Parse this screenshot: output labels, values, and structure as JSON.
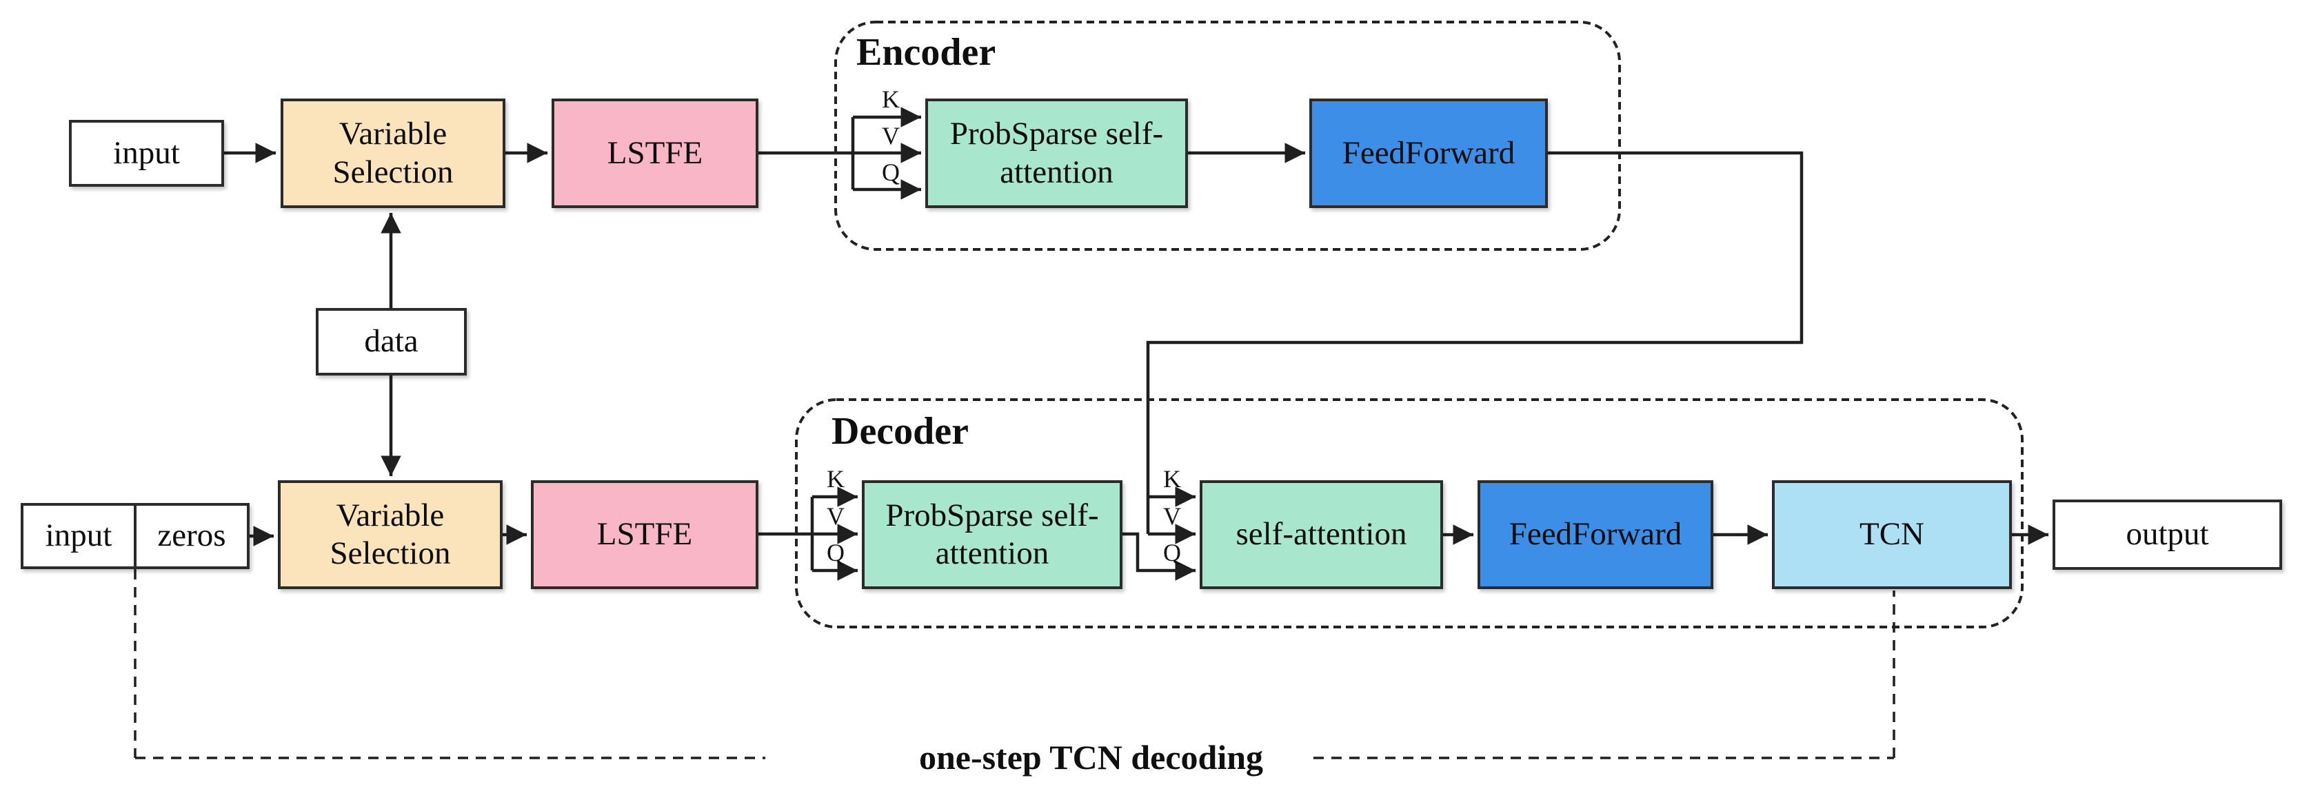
{
  "palette": {
    "variable_selection": "#FBE4BC",
    "lstfe": "#F8B6C6",
    "attention": "#A8E6CD",
    "feedforward": "#3D8EE6",
    "tcn": "#AEE0F5",
    "io": "#FFFFFF",
    "line": "#1F1F1F"
  },
  "labels": {
    "k": "K",
    "v": "V",
    "q": "Q"
  },
  "shared": {
    "data": "data"
  },
  "encoder": {
    "title": "Encoder",
    "nodes": {
      "input": "input",
      "variable_selection": "Variable Selection",
      "lstfe": "LSTFE",
      "probsparse_attention": "ProbSparse self-attention",
      "feedforward": "FeedForward"
    }
  },
  "decoder": {
    "title": "Decoder",
    "nodes": {
      "input": "input",
      "zeros": "zeros",
      "variable_selection": "Variable Selection",
      "lstfe": "LSTFE",
      "probsparse_attention": "ProbSparse self-attention",
      "self_attention": "self-attention",
      "feedforward": "FeedForward",
      "tcn": "TCN",
      "output": "output"
    }
  },
  "feedback": {
    "caption": "one-step TCN decoding"
  }
}
